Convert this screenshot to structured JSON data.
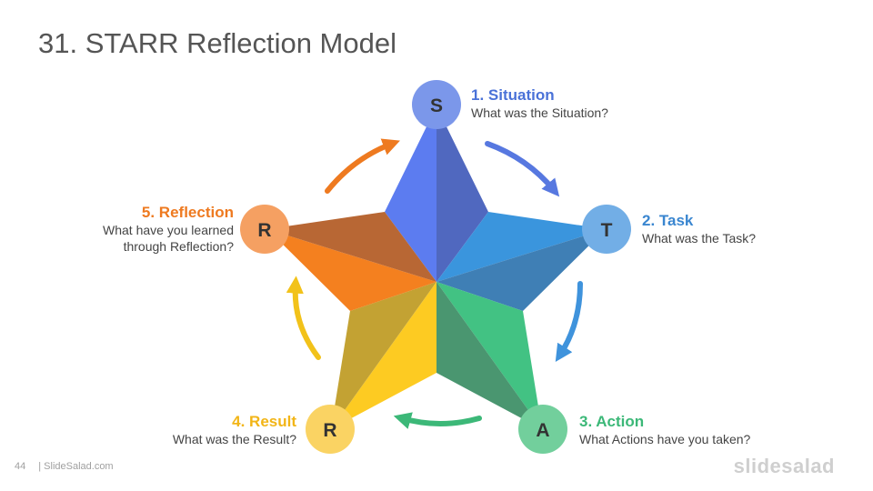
{
  "title": "31. STARR Reflection Model",
  "steps": [
    {
      "letter": "S",
      "heading": "1. Situation",
      "desc": [
        "What was the Situation?"
      ],
      "color": "#4a72d8",
      "circle": "#7b97ea"
    },
    {
      "letter": "T",
      "heading": "2. Task",
      "desc": [
        "What was the Task?"
      ],
      "color": "#3a86d0",
      "circle": "#72aee6"
    },
    {
      "letter": "A",
      "heading": "3. Action",
      "desc": [
        "What Actions have you taken?"
      ],
      "color": "#3cb878",
      "circle": "#72cf9c"
    },
    {
      "letter": "R",
      "heading": "4. Result",
      "desc": [
        "What was the Result?"
      ],
      "color": "#f2b517",
      "circle": "#fad363"
    },
    {
      "letter": "R",
      "heading": "5. Reflection",
      "desc": [
        "What have you learned",
        "through Reflection?"
      ],
      "color": "#ee7a20",
      "circle": "#f5a062"
    }
  ],
  "footer": {
    "page": "44",
    "source": "| SlideSalad.com"
  },
  "brand": "slidesalad"
}
